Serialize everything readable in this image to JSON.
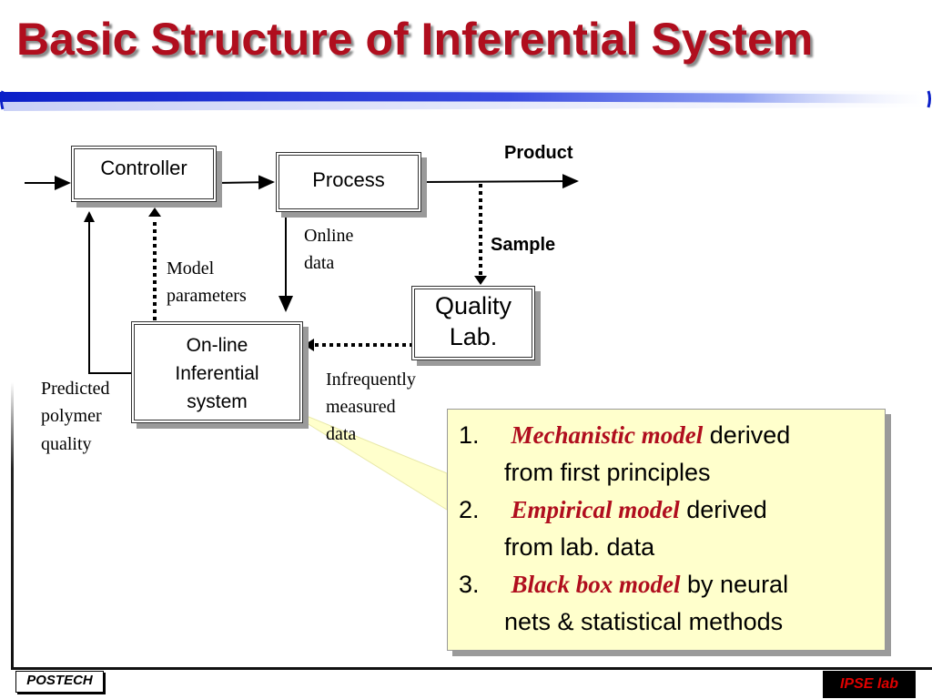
{
  "slide": {
    "title": "Basic Structure of Inferential System"
  },
  "diagram": {
    "boxes": {
      "controller": "Controller",
      "process": "Process",
      "quality_lab_line1": "Quality",
      "quality_lab_line2": "Lab.",
      "inferential_line1": "On-line",
      "inferential_line2": "Inferential",
      "inferential_line3": "system"
    },
    "labels": {
      "product": "Product",
      "sample": "Sample",
      "online_data_1": "Online",
      "online_data_2": "data",
      "model_params_1": "Model",
      "model_params_2": "parameters",
      "infrequent_1": "Infrequently",
      "infrequent_2": "measured",
      "infrequent_3": "data",
      "predicted_1": "Predicted",
      "predicted_2": "polymer",
      "predicted_3": "quality"
    }
  },
  "callout": {
    "items": [
      {
        "num": "1.",
        "emph": "Mechanistic model",
        "rest1": " derived",
        "rest2": "from first principles"
      },
      {
        "num": "2.",
        "emph": "Empirical model",
        "rest1": " derived",
        "rest2": "from lab. data"
      },
      {
        "num": "3.",
        "emph": "Black box model",
        "rest1": " by neural",
        "rest2": "nets & statistical methods"
      }
    ]
  },
  "footer": {
    "left_logo": "POSTECH",
    "right_logo": "IPSE lab"
  },
  "colors": {
    "title": "#b00e1e",
    "accent_blue": "#1a2fd8",
    "callout_bg": "#ffffcc",
    "footer_red": "#e00000"
  }
}
